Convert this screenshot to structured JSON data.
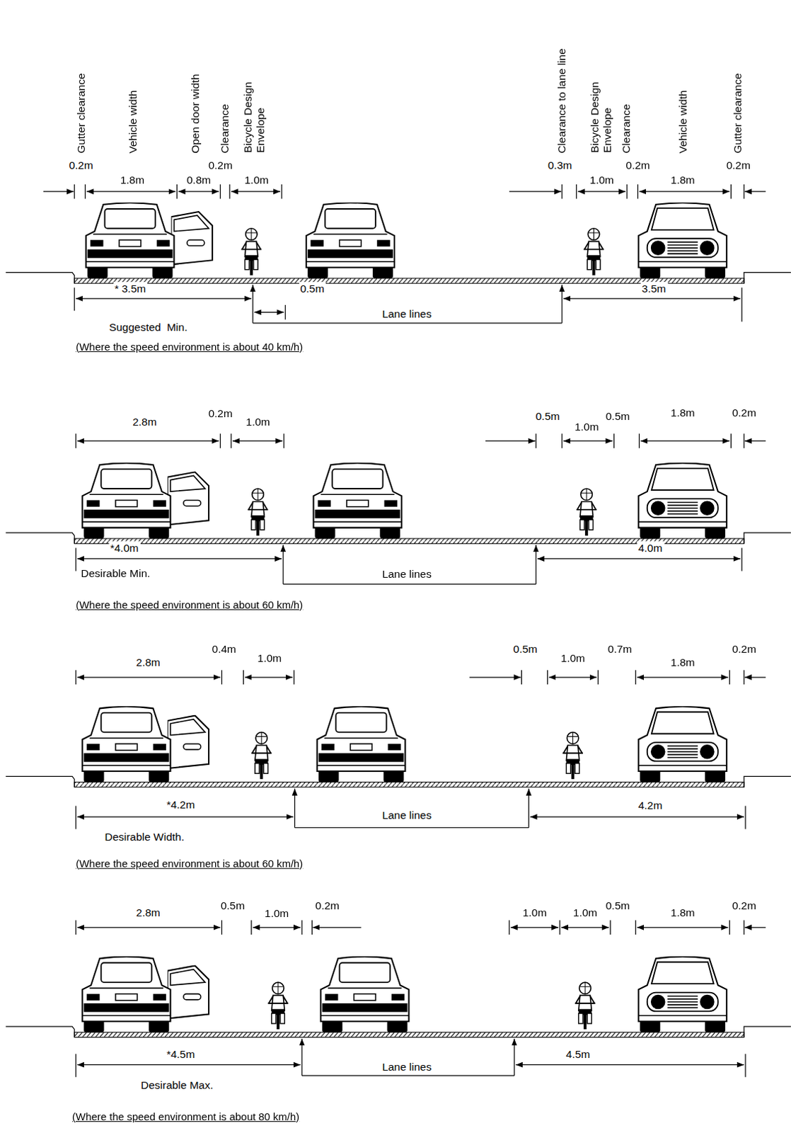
{
  "diagram": {
    "labels": [
      "Gutter clearance",
      "Vehicle width",
      "Open door width",
      "Clearance",
      "Bicycle Design Envelope",
      "Clearance to lane line",
      "Bicycle Design Envelope",
      "Clearance",
      "Vehicle width",
      "Gutter clearance",
      "0.2m",
      "1.8m",
      "0.8m",
      "0.2m",
      "1.0m",
      "0.3m",
      "1.0m",
      "0.2m",
      "1.8m",
      "0.2m",
      "* 3.5m",
      "0.5m",
      "Lane lines",
      "3.5m",
      "Suggested  Min.",
      "(Where the speed environment is about 40 km/h)",
      "2.8m",
      "0.2m",
      "1.0m",
      "0.5m",
      "1.0m",
      "0.5m",
      "1.8m",
      "0.2m",
      "*4.0m",
      "Desirable Min.",
      "Lane lines",
      "4.0m",
      "(Where the speed environment is about 60 km/h)",
      "2.8m",
      "0.4m",
      "1.0m",
      "0.5m",
      "1.0m",
      "0.7m",
      "1.8m",
      "0.2m",
      "*4.2m",
      "Desirable Width.",
      "Lane lines",
      "4.2m",
      "(Where the speed environment is about 60 km/h)",
      "2.8m",
      "0.5m",
      "1.0m",
      "0.2m",
      "1.0m",
      "1.0m",
      "0.5m",
      "1.8m",
      "0.2m",
      "*4.5m",
      "Desirable Max.",
      "Lane lines",
      "4.5m",
      "(Where the speed environment is about 80 km/h)"
    ]
  }
}
